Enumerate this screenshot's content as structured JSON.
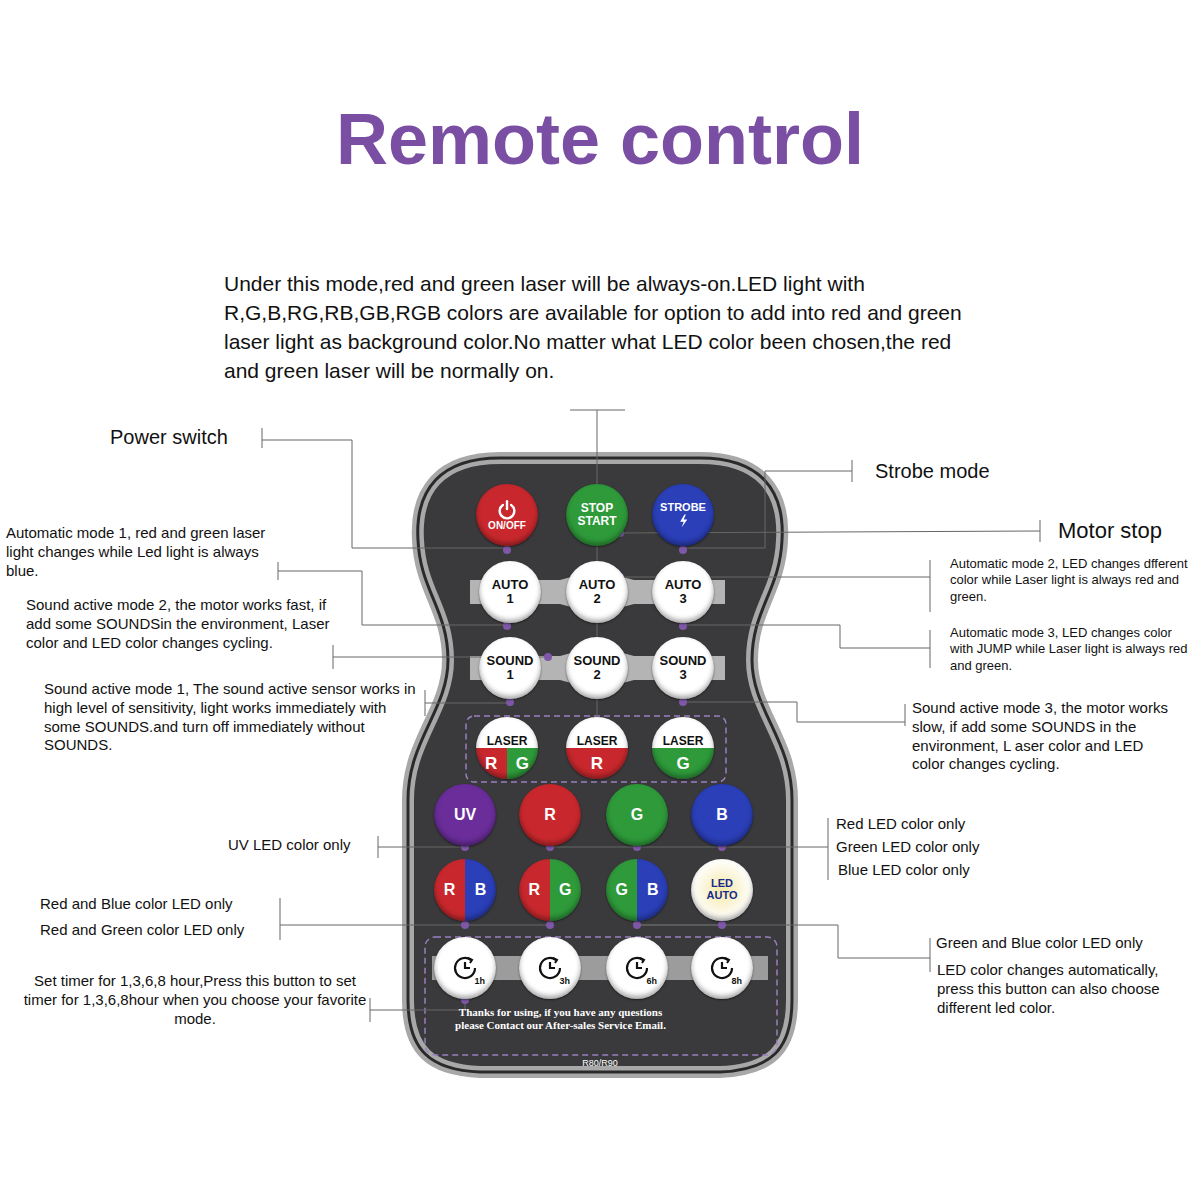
{
  "diagram": {
    "title": "Remote control",
    "nodes": [
      {
        "text": [
          "Thanks for using, if you have any questions please Contact our After-sales Service Email.",
          "R80/R90"
        ]
      },
      {
        "text": [
          "ON/OFF"
        ],
        "in": 0
      },
      {
        "text": [
          "STOP START"
        ],
        "in": 0
      },
      {
        "text": [
          "STROBE"
        ],
        "in": 0
      },
      {
        "text": [
          "AUTO 1"
        ],
        "in": 0
      },
      {
        "text": [
          "AUTO 2"
        ],
        "in": 0
      },
      {
        "text": [
          "AUTO 3"
        ],
        "in": 0
      },
      {
        "text": [
          "SOUND 1"
        ],
        "in": 0
      },
      {
        "text": [
          "SOUND 2"
        ],
        "in": 0
      },
      {
        "text": [
          "SOUND 3"
        ],
        "in": 0
      },
      {
        "text": [
          "LASER",
          "R",
          "G"
        ],
        "in": 0
      },
      {
        "text": [
          "LASER",
          "R"
        ],
        "in": 0
      },
      {
        "text": [
          "LASER",
          "G"
        ],
        "in": 0
      },
      {
        "text": [
          "UV"
        ],
        "in": 0
      },
      {
        "text": [
          "R"
        ],
        "in": 0
      },
      {
        "text": [
          "G"
        ],
        "in": 0
      },
      {
        "text": [
          "B"
        ],
        "in": 0
      },
      {
        "text": [
          "R",
          "B"
        ],
        "in": 0
      },
      {
        "text": [
          "R",
          "G"
        ],
        "in": 0
      },
      {
        "text": [
          "G",
          "B"
        ],
        "in": 0
      },
      {
        "text": [
          "LED",
          "AUTO"
        ],
        "in": 0
      },
      {
        "text": [
          "1h"
        ],
        "in": 0
      },
      {
        "text": [
          "3h"
        ],
        "in": 0
      },
      {
        "text": [
          "6h"
        ],
        "in": 0
      },
      {
        "text": [
          "8h"
        ],
        "in": 0
      }
    ],
    "labels": [
      "Under this mode,red and green laser will be always-on.LED light with R,G,B,RG,RB,GB,RGB colors are available for option to add into red and green laser light as background color.No matter what LED color been chosen,the red and green laser will be normally on.",
      "Power switch",
      "Strobe mode",
      "Motor stop",
      "Automatic mode 1, red and green laser light changes while Led light is always blue.",
      "Automatic mode 2, LED changes dfferent color while Laser light is always red and green.",
      "Sound active mode 2, the motor works fast, if add some SOUNDSin the environment, Laser color and LED color changes cycling.",
      "Automatic mode 3, LED changes color with JUMP while Laser light is always red and green.",
      "Sound active mode 1, The sound active sensor works in high level of sensitivity, light works immediately with some SOUNDS.and turn off immediately without SOUNDS.",
      "Sound active mode 3, the motor works slow, if add some SOUNDS in the environment, L aser color and LED color changes cycling.",
      "UV LED color only",
      "Red LED color only",
      "Green LED color only",
      "Blue LED color only",
      "Red and Blue color LED only",
      "Red and Green color LED only",
      "Green and Blue color LED only",
      "LED color changes automatically, press this button can also choose different led color.",
      "Set timer for 1,3,6,8 hour,Press this button to set timer for 1,3,6,8hour when you choose your favorite mode."
    ]
  }
}
